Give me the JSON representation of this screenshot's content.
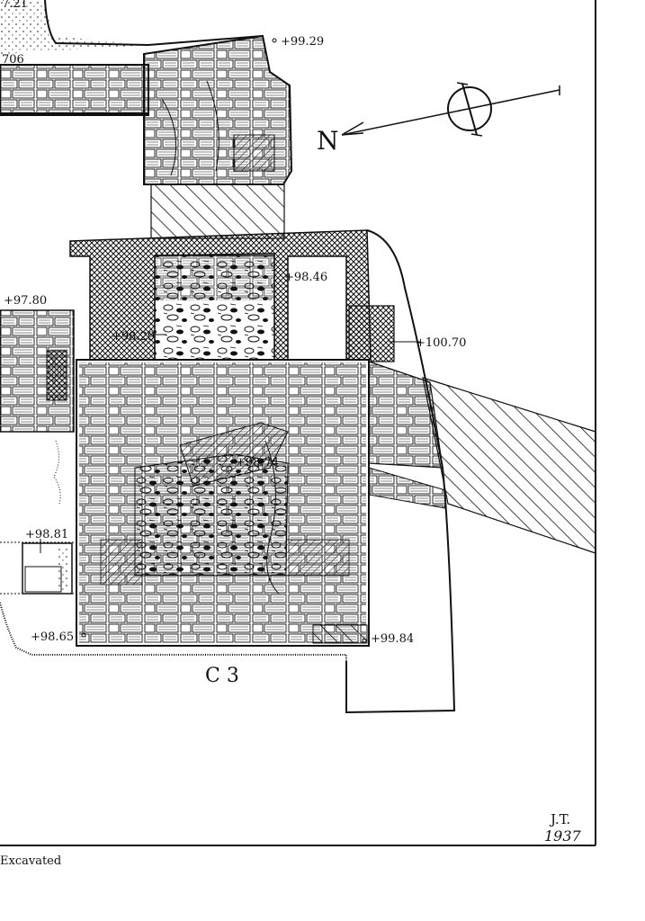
{
  "plan": {
    "labels": {
      "elev_top_left": "7.21",
      "elev_left_706": "706",
      "elev_9929": "+99.29",
      "elev_9846": "+98.46",
      "elev_9780": "+97.80",
      "elev_9829": "+98.29",
      "elev_10070": "+100.70",
      "elev_9874": "+98.74",
      "elev_9881": "+98.81",
      "elev_9865": "+98.65",
      "elev_9984": "+99.84",
      "square_label": "C 3",
      "north_letter": "N",
      "initials": "J.T.",
      "year": "1937"
    },
    "caption": "Excavated",
    "colors": {
      "ink": "#111111",
      "paper": "#ffffff"
    }
  }
}
